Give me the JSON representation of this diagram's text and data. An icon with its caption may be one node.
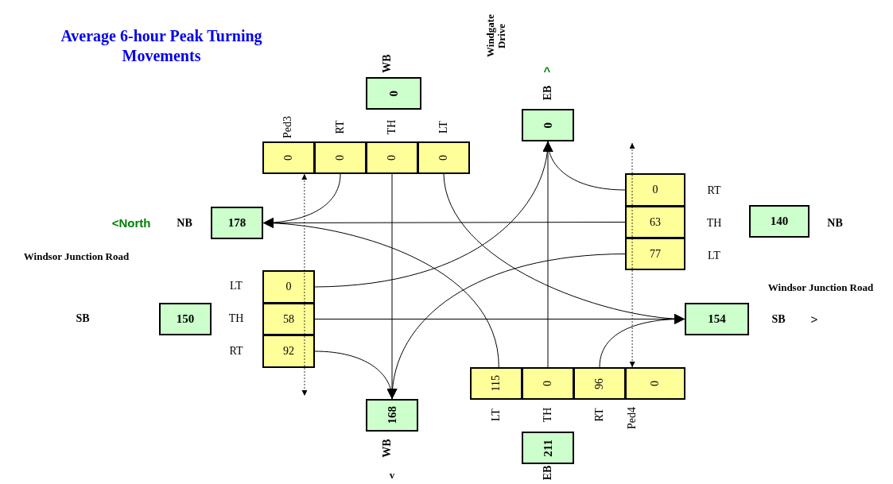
{
  "diagram": {
    "title": "Average 6-hour Peak Turning Movements",
    "nodes": [
      {
        "text": [
          "0"
        ],
        "beside": [
          "WB"
        ]
      },
      {
        "text": [
          "0"
        ],
        "beside": [
          "EB"
        ]
      },
      {
        "text": [
          "0"
        ],
        "beside": [
          "Ped3"
        ]
      },
      {
        "text": [
          "0"
        ],
        "beside": [
          "RT"
        ]
      },
      {
        "text": [
          "0"
        ],
        "beside": [
          "TH"
        ]
      },
      {
        "text": [
          "0"
        ],
        "beside": [
          "LT"
        ]
      },
      {
        "text": [
          "0"
        ],
        "beside": [
          "RT"
        ]
      },
      {
        "text": [
          "178"
        ],
        "beside": [
          "NB"
        ]
      },
      {
        "text": [
          "63"
        ],
        "beside": [
          "TH"
        ]
      },
      {
        "text": [
          "140"
        ],
        "beside": [
          "NB"
        ]
      },
      {
        "text": [
          "77"
        ],
        "beside": [
          "LT"
        ]
      },
      {
        "text": [
          "0"
        ],
        "beside": [
          "LT"
        ]
      },
      {
        "text": [
          "150"
        ]
      },
      {
        "text": [
          "58"
        ],
        "beside": [
          "TH"
        ]
      },
      {
        "text": [
          "154"
        ],
        "beside": [
          "SB"
        ]
      },
      {
        "text": [
          "92"
        ],
        "beside": [
          "RT"
        ]
      },
      {
        "text": [
          "115"
        ],
        "beside": [
          "LT"
        ]
      },
      {
        "text": [
          "0"
        ],
        "beside": [
          "TH"
        ]
      },
      {
        "text": [
          "96"
        ],
        "beside": [
          "RT"
        ]
      },
      {
        "text": [
          "0"
        ],
        "beside": [
          "Ped4"
        ]
      },
      {
        "text": [
          "168"
        ],
        "beside": [
          "WB"
        ]
      },
      {
        "text": [
          "211"
        ],
        "beside": [
          "EB"
        ]
      }
    ],
    "edges": [
      {
        "from": 3,
        "to": 7,
        "arrow": "to"
      },
      {
        "from": 4,
        "to": 20,
        "arrow": "to"
      },
      {
        "from": 5,
        "to": 14,
        "arrow": "to"
      },
      {
        "from": 6,
        "to": 1,
        "arrow": "to"
      },
      {
        "from": 8,
        "to": 7,
        "arrow": "to"
      },
      {
        "from": 10,
        "to": 20,
        "arrow": "to"
      },
      {
        "from": 11,
        "to": 1,
        "arrow": "to"
      },
      {
        "from": 13,
        "to": 14,
        "arrow": "to"
      },
      {
        "from": 15,
        "to": 20,
        "arrow": "to"
      },
      {
        "from": 16,
        "to": 7,
        "arrow": "to"
      },
      {
        "from": 17,
        "to": 1,
        "arrow": "to"
      },
      {
        "from": 18,
        "to": 14,
        "arrow": "to"
      },
      {
        "from": 2,
        "to": null,
        "arrow": "both",
        "style": "dashed"
      },
      {
        "from": 19,
        "to": null,
        "arrow": "both",
        "style": "dashed"
      }
    ],
    "labels": [
      "Windgate Drive",
      "^",
      "<North",
      "Windsor Junction Road",
      "Windsor Junction Road",
      "SB",
      ">",
      "v"
    ]
  }
}
